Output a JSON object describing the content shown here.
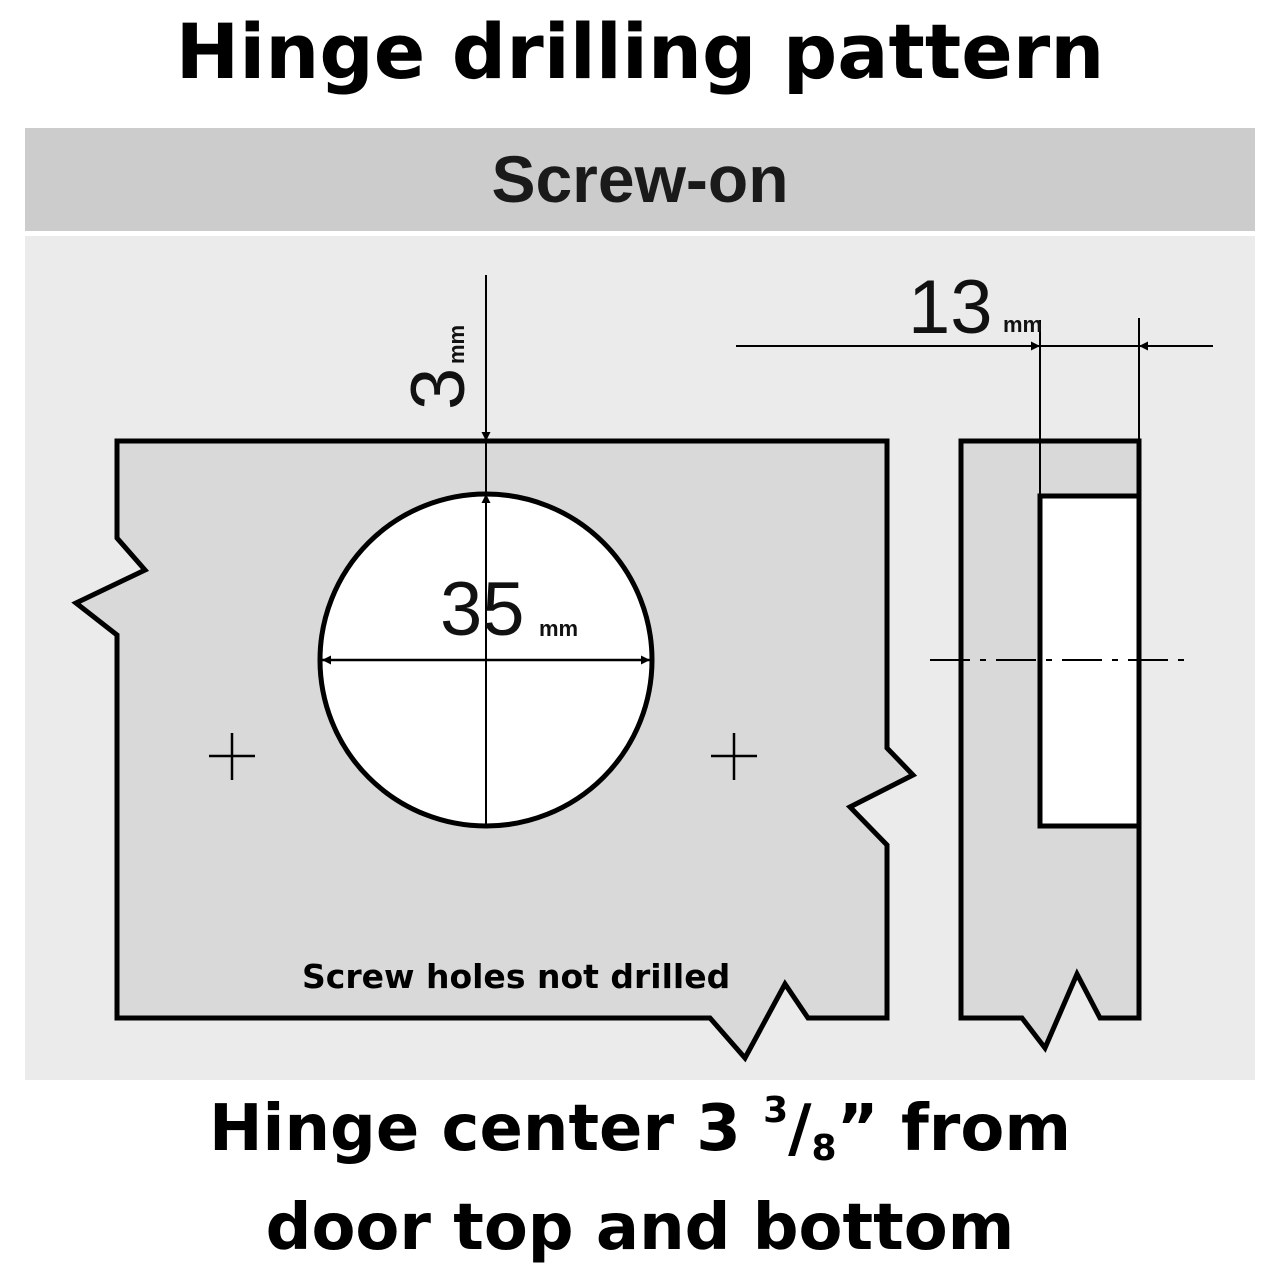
{
  "title": "Hinge drilling pattern",
  "subtitle": "Screw-on",
  "dimensions": {
    "edge_offset": {
      "value": "3",
      "unit": "mm"
    },
    "cup_diameter": {
      "value": "35",
      "unit": "mm"
    },
    "cup_depth": {
      "value": "13",
      "unit": "mm"
    }
  },
  "note": "Screw holes not drilled",
  "footer": {
    "line1_prefix": "Hinge center 3 ",
    "fraction_numerator": "3",
    "fraction_slash": "/",
    "fraction_denominator": "8",
    "line1_suffix": "” from",
    "line2": "door top and bottom"
  },
  "colors": {
    "board_fill": "#d9d9d9",
    "panel_bg": "#ebebeb",
    "band_bg": "#cbcccb",
    "stroke": "#000000"
  }
}
